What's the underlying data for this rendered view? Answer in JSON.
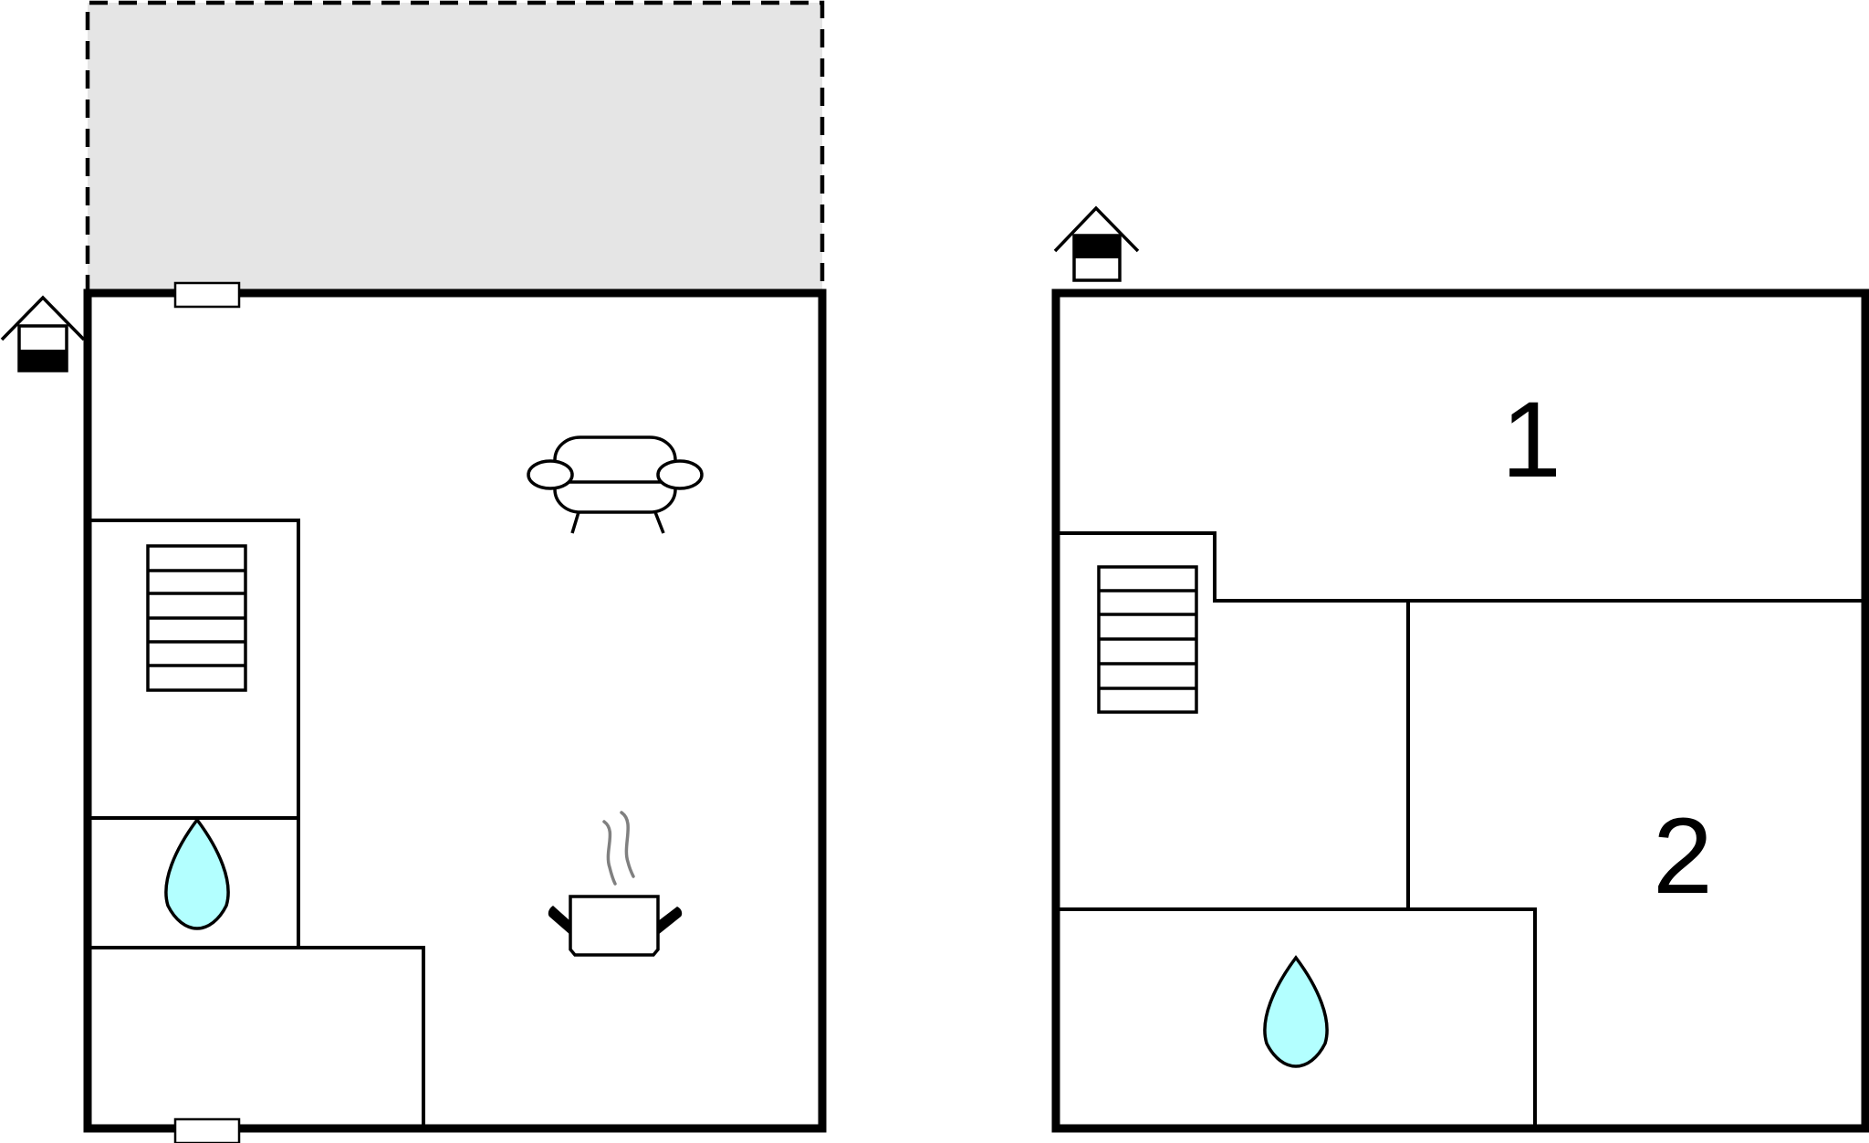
{
  "floorplan": {
    "floors": [
      {
        "icons": [
          "terrace-area",
          "entrance-icon",
          "window-icon",
          "window-icon",
          "stairs-icon",
          "bathroom-icon",
          "living-room-icon",
          "kitchen-icon"
        ]
      },
      {
        "icons": [
          "entrance-icon",
          "stairs-icon",
          "bathroom-icon"
        ],
        "rooms": [
          {
            "label": "1"
          },
          {
            "label": "2"
          }
        ]
      }
    ]
  },
  "colors": {
    "wall": "#000000",
    "terrace": "#e5e5e5",
    "water": "#b3ffff",
    "steam": "#808080"
  }
}
